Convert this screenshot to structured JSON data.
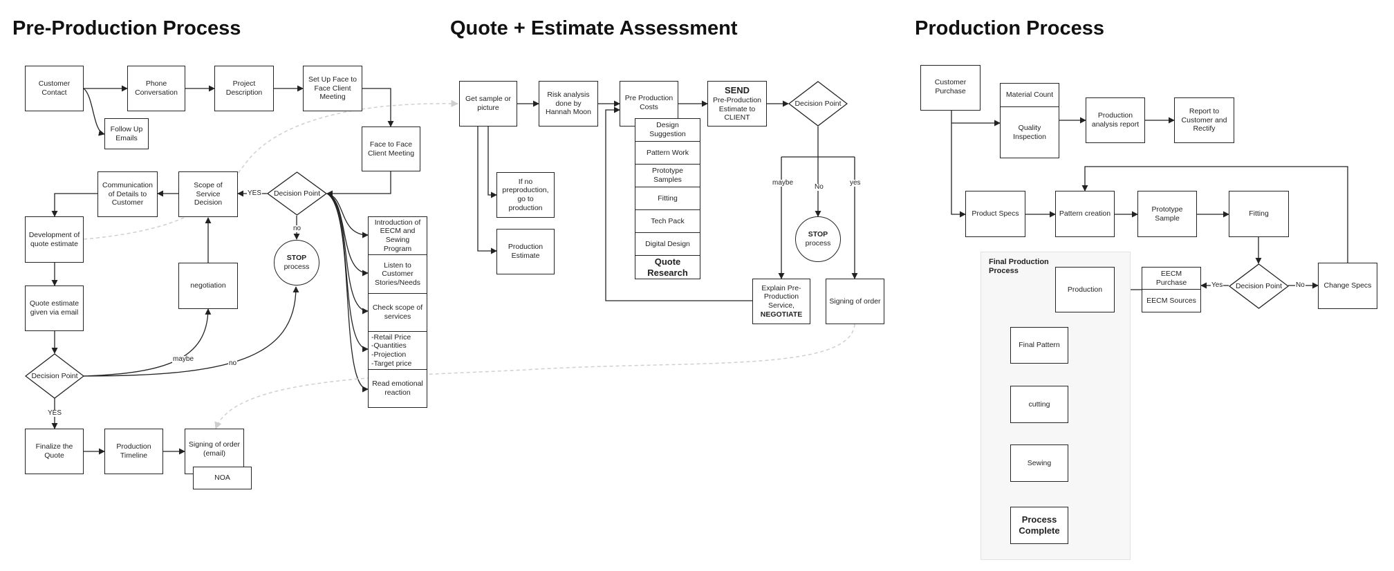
{
  "titles": {
    "pre": "Pre-Production Process",
    "quote": "Quote + Estimate Assessment",
    "prod": "Production Process"
  },
  "pre": {
    "customer_contact": "Customer Contact",
    "phone": "Phone Conversation",
    "project_desc": "Project Description",
    "setup_meeting": "Set Up Face to Face Client Meeting",
    "follow_up": "Follow Up Emails",
    "face_meeting": "Face to Face Client Meeting",
    "decision_point": "Decision Point",
    "scope_decision": "Scope of Service Decision",
    "communication": "Communication of Details to Customer",
    "development": "Development of quote estimate",
    "negotiation": "negotiation",
    "stop_title": "STOP",
    "stop_sub": "process",
    "quote_email": "Quote estimate given via email",
    "decision_point_2": "Decision Point",
    "finalize": "Finalize the Quote",
    "timeline": "Production Timeline",
    "signing_email": "Signing of order (email)",
    "noa": "NOA",
    "meeting_items": [
      "Introduction of EECM and Sewing Program",
      "Listen to Customer Stories/Needs",
      "Check scope of services",
      "-Retail Price\n-Quantities\n-Projection\n-Target price",
      "Read emotional reaction"
    ],
    "labels": {
      "yes": "YES",
      "no": "no",
      "maybe": "maybe",
      "no2": "no",
      "yes2": "YES"
    }
  },
  "quote": {
    "get_sample": "Get sample or picture",
    "risk": "Risk analysis done by Hannah Moon",
    "pre_costs": "Pre Production Costs",
    "send_title": "SEND",
    "send_sub": "Pre-Production Estimate to CLIENT",
    "decision_point": "Decision Point",
    "if_no": "If no preproduction, go to production",
    "prod_estimate": "Production Estimate",
    "cost_items": [
      "Design Suggestion",
      "Pattern Work",
      "Prototype Samples",
      "Fitting",
      "Tech Pack",
      "Digital Design"
    ],
    "quote_research": "Quote Research",
    "stop_title": "STOP",
    "stop_sub": "process",
    "explain": "Explain Pre-Production Service,",
    "negotiate": "NEGOTIATE",
    "signing": "Signing of order",
    "labels": {
      "maybe": "maybe",
      "no": "No",
      "yes": "yes"
    }
  },
  "prod": {
    "customer_purchase": "Customer Purchase",
    "material_count": "Material Count",
    "quality": "Quality Inspection",
    "analysis_report": "Production analysis report",
    "report_customer": "Report to Customer and Rectify",
    "product_specs": "Product Specs",
    "pattern_creation": "Pattern creation",
    "prototype_sample": "Prototype Sample",
    "fitting": "Fitting",
    "decision_point": "Decision Point",
    "change_specs": "Change Specs",
    "eecm_purchase": "EECM Purchase",
    "eecm_sources": "EECM Sources",
    "final_title": "Final Production Process",
    "production": "Production",
    "final_pattern": "Final Pattern",
    "cutting": "cutting",
    "sewing": "Sewing",
    "complete": "Process Complete",
    "labels": {
      "yes": "Yes",
      "no": "No"
    }
  }
}
